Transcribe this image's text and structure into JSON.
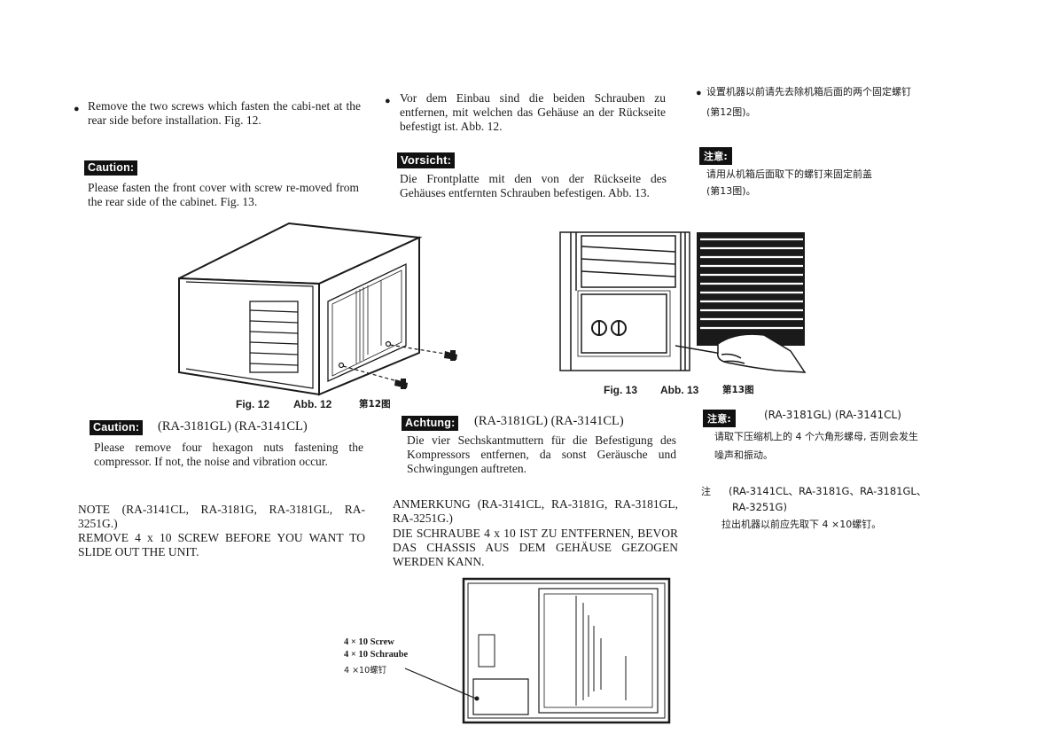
{
  "en": {
    "intro": "Remove the two screws which fasten the cabi-net at the rear side before installation. Fig. 12.",
    "caution_label": "Caution:",
    "caution_text": "Please fasten the front cover with screw re-moved from the rear side of the cabinet. Fig. 13.",
    "caution2_label": "Caution:",
    "caution2_models": "(RA-3181GL) (RA-3141CL)",
    "caution2_text": "Please remove four hexagon nuts fastening the compressor. If not, the noise and vibration occur.",
    "note_line1": "NOTE (RA-3141CL, RA-3181G, RA-3181GL, RA-3251G.)",
    "note_line2": "REMOVE 4 x 10 SCREW BEFORE YOU WANT TO SLIDE OUT THE UNIT."
  },
  "de": {
    "intro": "Vor dem Einbau sind die beiden Schrauben zu entfernen, mit welchen das Gehäuse an der Rückseite befestigt ist. Abb. 12.",
    "vorsicht_label": "Vorsicht:",
    "vorsicht_text": "Die Frontplatte mit den von der Rückseite des Gehäuses entfernten Schrauben befestigen. Abb. 13.",
    "achtung_label": "Achtung:",
    "achtung_models": "(RA-3181GL) (RA-3141CL)",
    "achtung_text": "Die vier Sechskantmuttern für die Befestigung des Kompressors entfernen, da sonst Geräusche und Schwingungen auftreten.",
    "anmerkung_line1": "ANMERKUNG (RA-3141CL, RA-3181G, RA-3181GL, RA-3251G.)",
    "anmerkung_line2": "DIE SCHRAUBE 4 x 10 IST ZU ENTFERNEN, BEVOR DAS CHASSIS AUS DEM GEHÄUSE GEZOGEN WERDEN KANN."
  },
  "zh": {
    "intro_line1": "设置机器以前请先去除机箱后面的两个固定螺钉",
    "intro_line2": "(第12图)。",
    "caution_label": "注意:",
    "caution_line1": "请用从机箱后面取下的螺钉来固定前盖",
    "caution_line2": "(第13图)。",
    "caution2_label": "注意:",
    "caution2_models": "(RA-3181GL) (RA-3141CL)",
    "caution2_line1": "请取下压缩机上的 4 个六角形螺母, 否则会发生",
    "caution2_line2": "噪声和振动。",
    "note_prefix": "注",
    "note_models_line1": "(RA-3141CL、RA-3181G、RA-3181GL、",
    "note_models_line2": "RA-3251G)",
    "note_text": "拉出机器以前应先取下 4 ×10螺钉。"
  },
  "figures": {
    "fig12_en": "Fig. 12",
    "fig12_de": "Abb. 12",
    "fig12_zh": "第12图",
    "fig13_en": "Fig. 13",
    "fig13_de": "Abb. 13",
    "fig13_zh": "第13图",
    "screw_en": "4 × 10 Screw",
    "screw_de": "4 × 10 Schraube",
    "screw_zh": "4 ×10螺钉"
  }
}
